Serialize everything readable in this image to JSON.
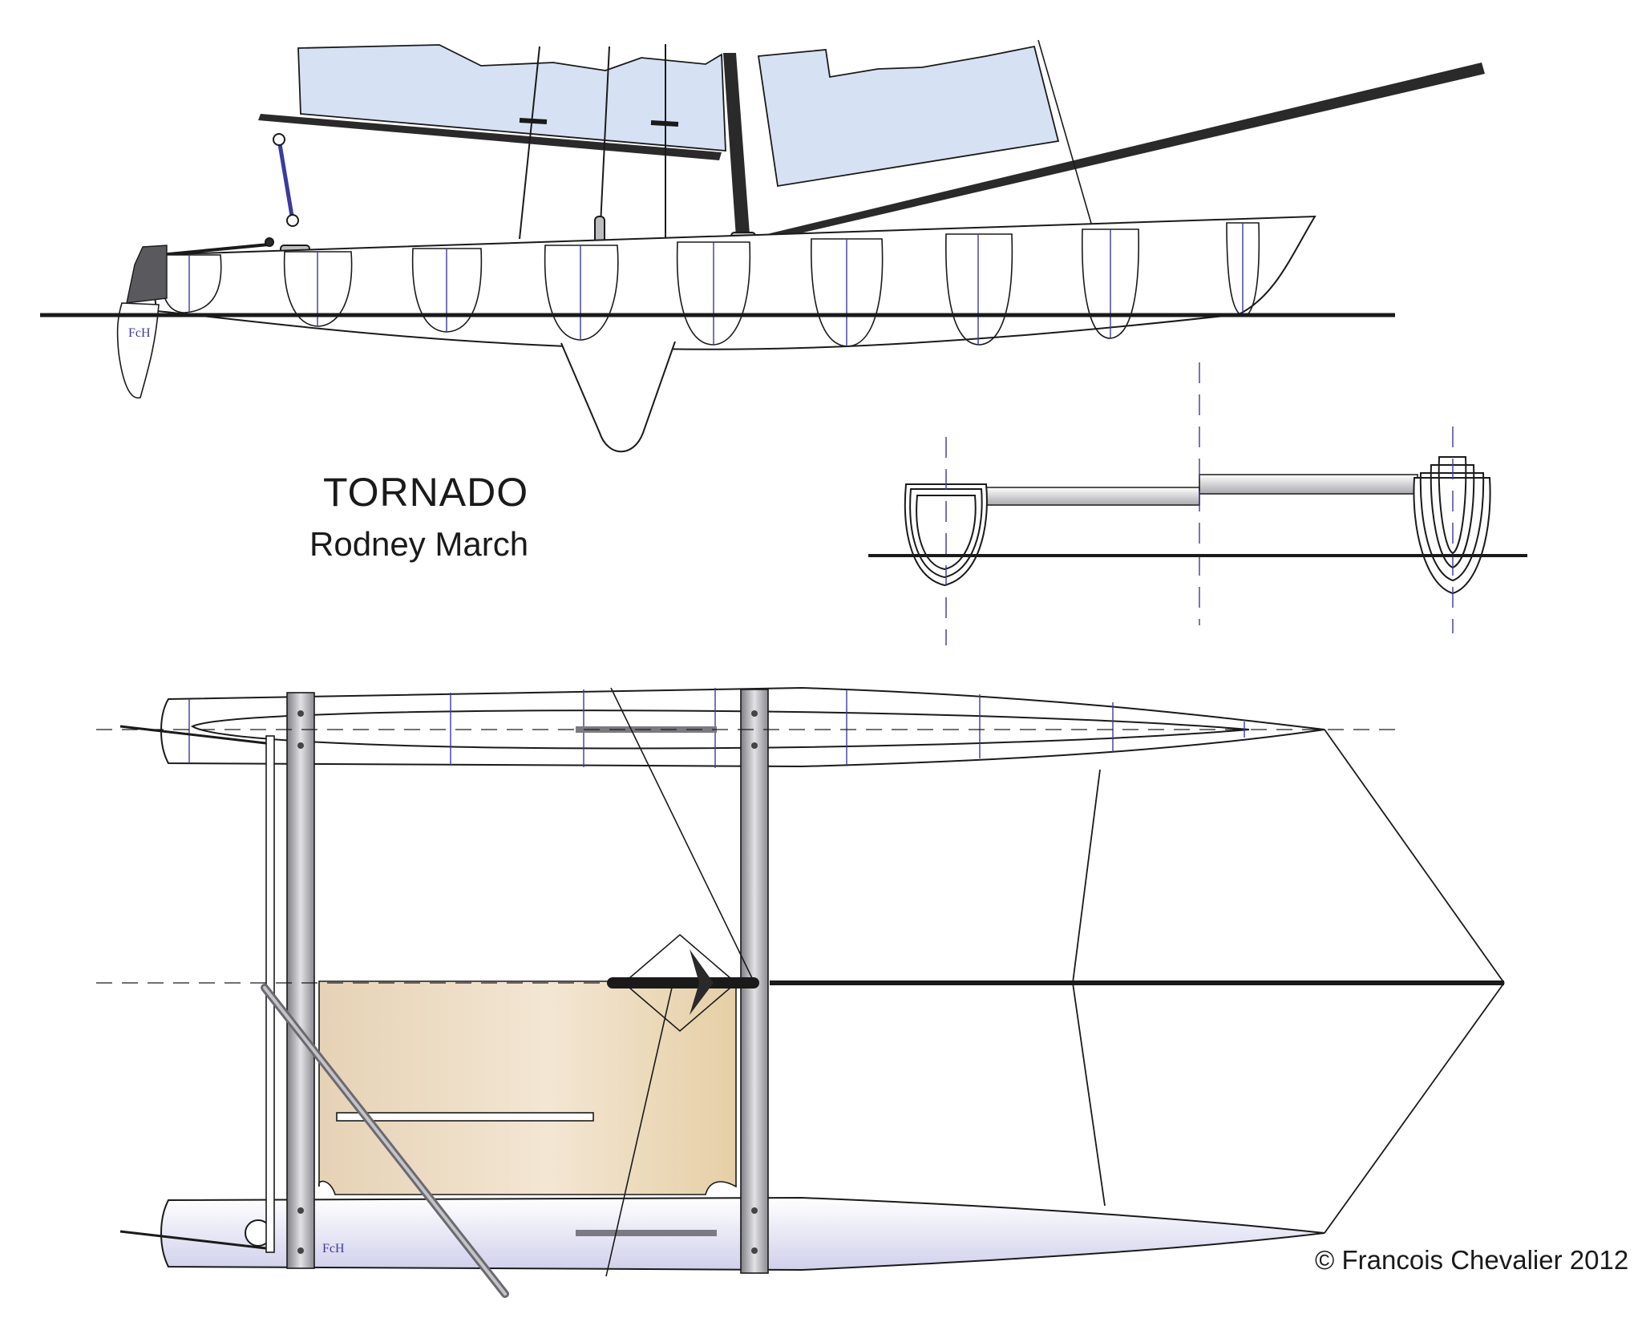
{
  "title": "TORNADO",
  "designer": "Rodney March",
  "copyright": "© Francois Chevalier  2012",
  "colors": {
    "line": "#1a1a1a",
    "sail": "#d6e2f3",
    "station": "#3a3aa0",
    "trampoline": "#e8cfa8",
    "spar": "#b8b8bc",
    "hull_shade": "#d4d4ec"
  },
  "views": [
    {
      "name": "profile"
    },
    {
      "name": "section"
    },
    {
      "name": "plan"
    }
  ]
}
